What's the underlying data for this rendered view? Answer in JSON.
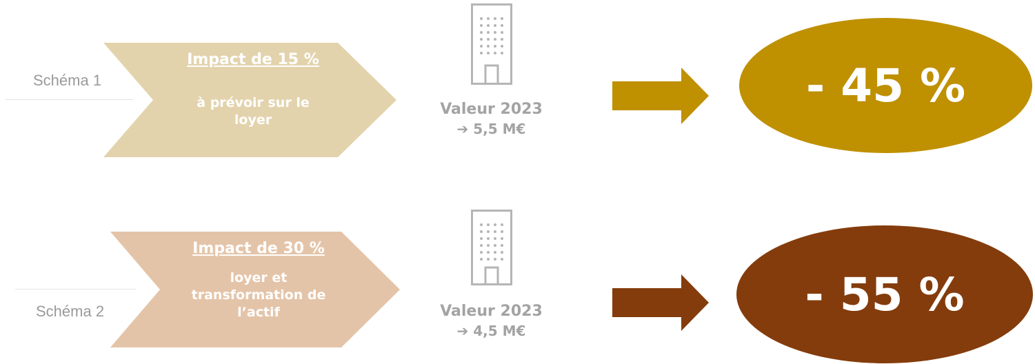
{
  "scenarios": [
    {
      "tab_label": "Schéma 1",
      "impact_title": "Impact de 15 %",
      "impact_line1": "à prévoir sur le",
      "impact_line2": "loyer",
      "impact_line3": "",
      "valeur_label": "Valeur 2023",
      "valeur_amount": "5,5 M€",
      "result": "- 45 %",
      "chevron_color": "#e3d3ad",
      "result_color": "#bf9000"
    },
    {
      "tab_label": "Schéma 2",
      "impact_title": "Impact de 30 %",
      "impact_line1": "loyer et",
      "impact_line2": "transformation de",
      "impact_line3": "l’actif",
      "valeur_label": "Valeur 2023",
      "valeur_amount": "4,5 M€",
      "result": "- 55 %",
      "chevron_color": "#e4c4a8",
      "result_color": "#843c0c"
    }
  ],
  "icons": {
    "building": "building-icon",
    "arrow": "right-arrow-icon"
  }
}
